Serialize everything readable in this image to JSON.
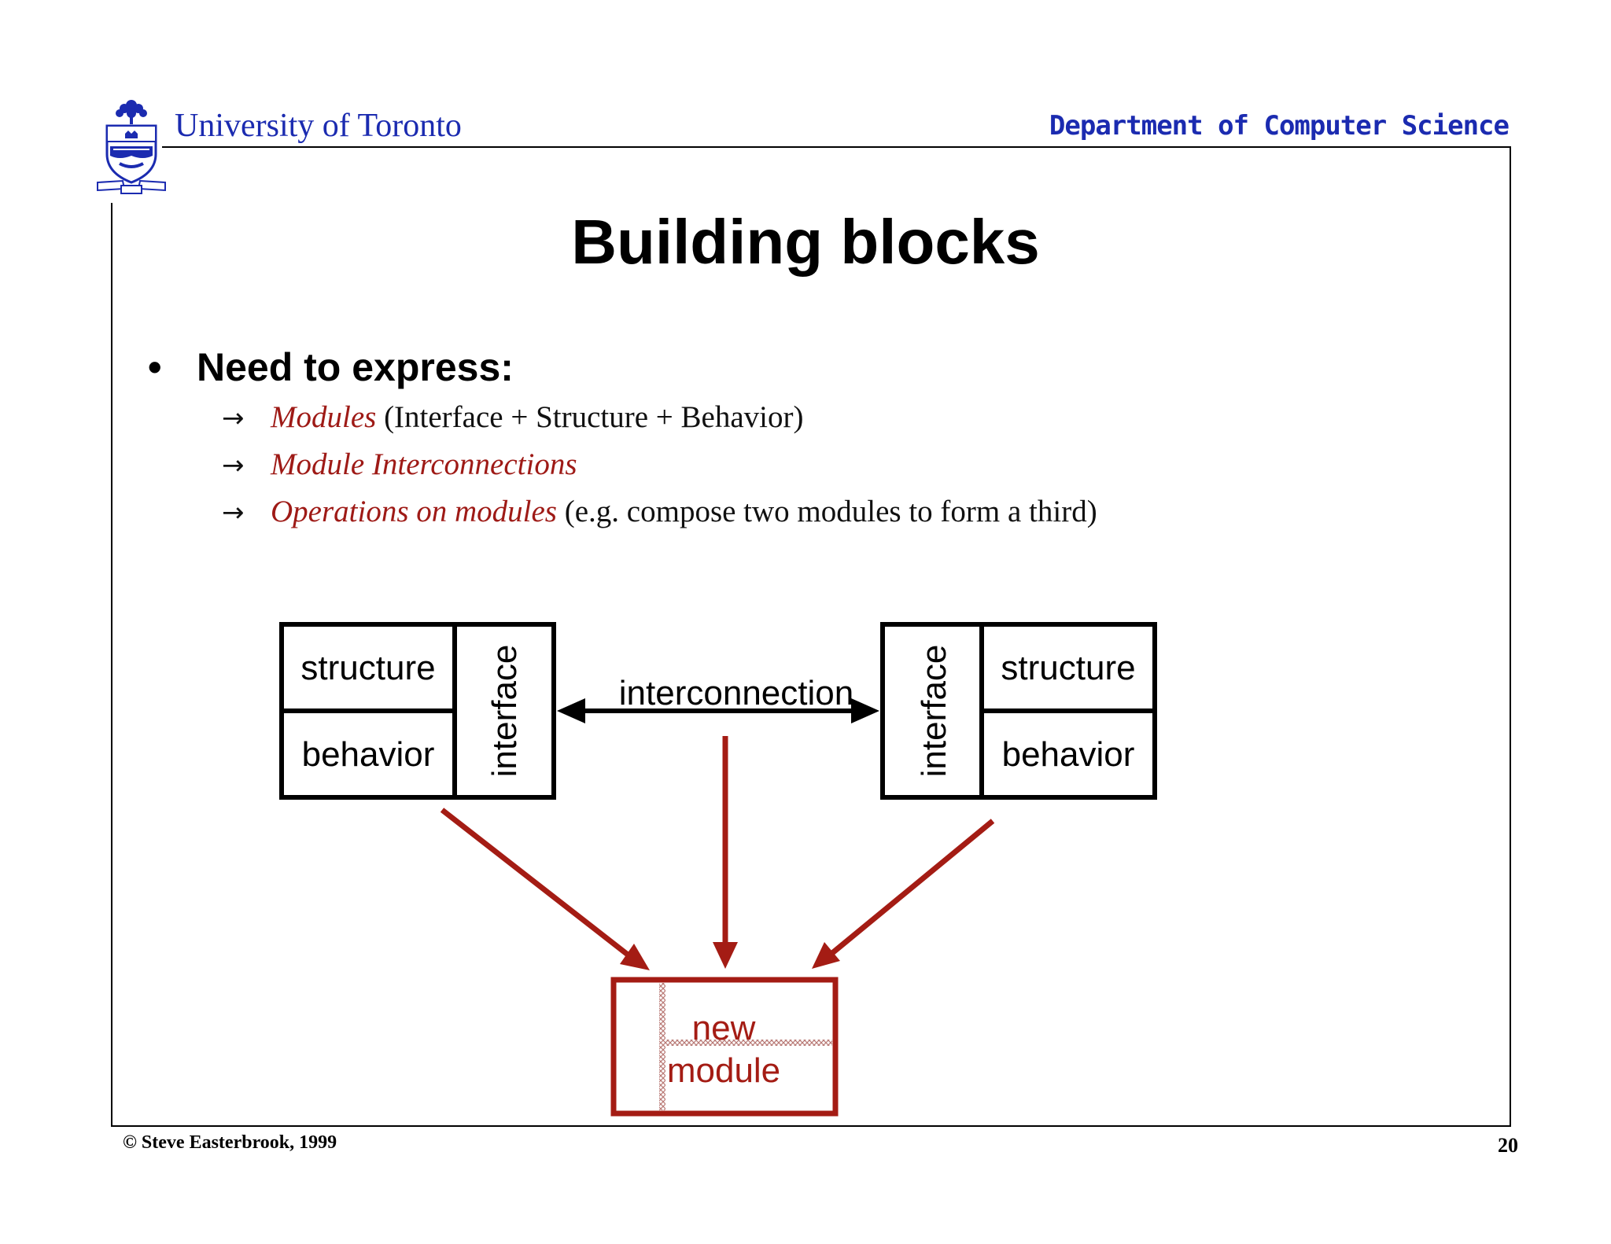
{
  "header": {
    "university": "University of Toronto",
    "department": "Department of Computer Science"
  },
  "slide": {
    "title": "Building blocks",
    "bullet": "Need to express:",
    "bullet_marker": "•",
    "subpoints": [
      {
        "arrow": "→",
        "emphasis": "Modules",
        "rest": " (Interface + Structure + Behavior)"
      },
      {
        "arrow": "→",
        "emphasis": "Module Interconnections",
        "rest": ""
      },
      {
        "arrow": "→",
        "emphasis": "Operations on modules",
        "rest": " (e.g. compose two modules to form a third)"
      }
    ]
  },
  "diagram": {
    "left_module": {
      "top": "structure",
      "bottom": "behavior",
      "side": "interface"
    },
    "right_module": {
      "top": "structure",
      "bottom": "behavior",
      "side": "interface"
    },
    "connector_label": "interconnection",
    "result_line1": "new",
    "result_line2": "module",
    "colors": {
      "line": "#000000",
      "accent": "#a41c14"
    }
  },
  "footer": {
    "copyright": "© Steve Easterbrook, 1999",
    "page_number": "20"
  }
}
